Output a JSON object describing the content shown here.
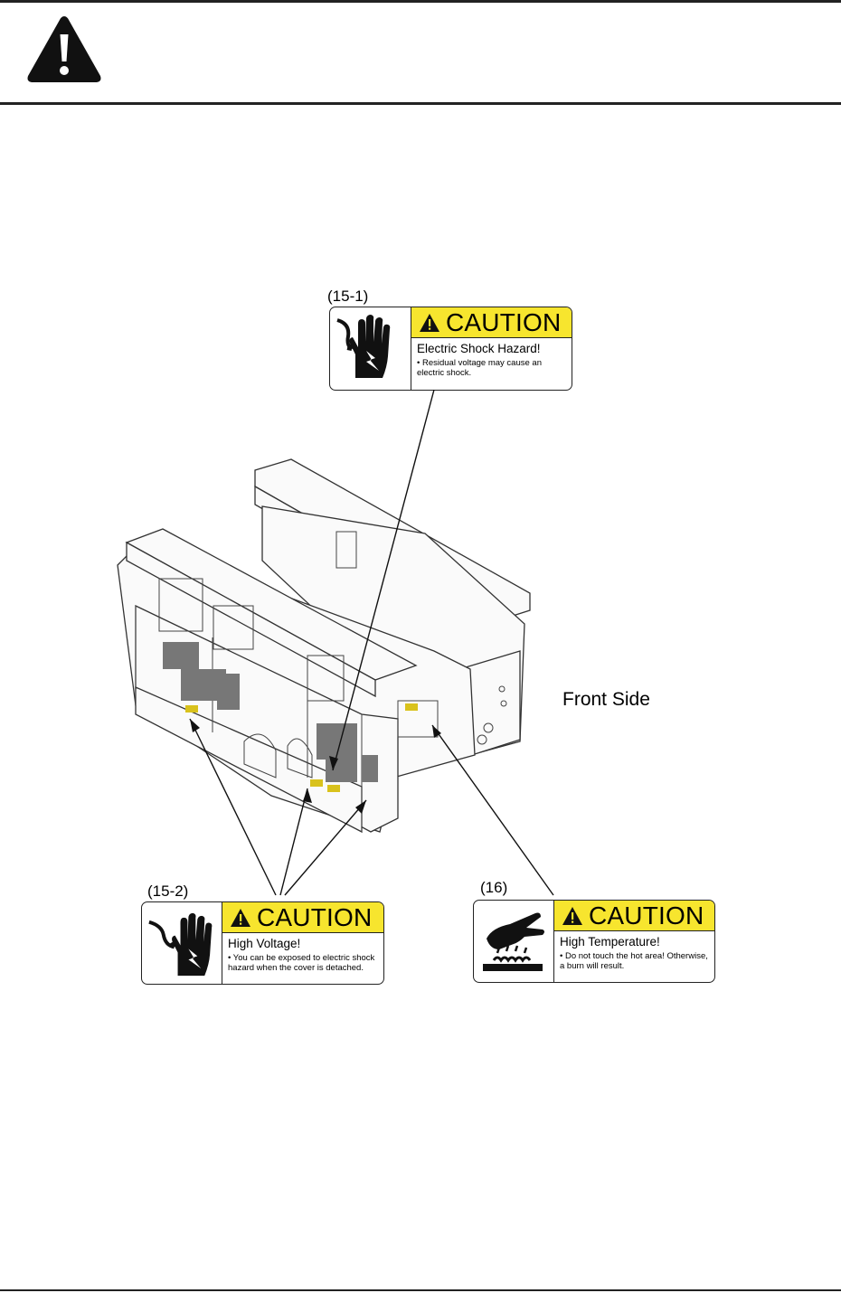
{
  "labels": [
    {
      "tag": "(15-1)",
      "caution": "CAUTION",
      "title": "Electric Shock Hazard!",
      "desc": "• Residual voltage may cause an\n  electric shock.",
      "pictogram": "electric-shock-hand-icon"
    },
    {
      "tag": "(15-2)",
      "caution": "CAUTION",
      "title": "High Voltage!",
      "desc": "• You can be exposed to electric shock\n  hazard when the cover is detached.",
      "pictogram": "electric-shock-hand-icon"
    },
    {
      "tag": "(16)",
      "caution": "CAUTION",
      "title": "High Temperature!",
      "desc": "• Do not touch the hot area! Otherwise,\n  a burn will result.",
      "pictogram": "hot-surface-hand-icon"
    }
  ],
  "front_side_label": "Front Side",
  "header_icon": "warning-triangle-icon",
  "colors": {
    "caution_yellow": "#f7e52e",
    "line": "#222222"
  }
}
